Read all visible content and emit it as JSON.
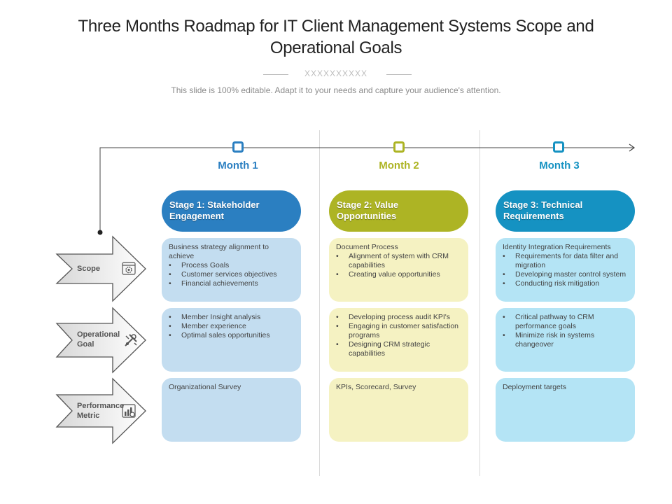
{
  "header": {
    "title": "Three Months Roadmap for IT Client Management Systems Scope and Operational Goals",
    "divider_text": "XXXXXXXXXX",
    "subtitle": "This slide is 100% editable. Adapt it to your needs and capture your audience's attention."
  },
  "colors": {
    "month1": "#2b7fc1",
    "month2": "#adb424",
    "month3": "#1592c2",
    "cell1": "#c3ddf0",
    "cell2": "#f5f2c2",
    "cell3": "#b4e4f5"
  },
  "months": [
    {
      "label": "Month 1",
      "stage": "Stage 1: Stakeholder Engagement"
    },
    {
      "label": "Month 2",
      "stage": "Stage 2: Value Opportunities"
    },
    {
      "label": "Month 3",
      "stage": "Stage 3: Technical Requirements"
    }
  ],
  "rows": [
    {
      "label": "Scope",
      "icon": "gear-window-icon"
    },
    {
      "label": "Operational Goal",
      "icon": "tools-icon"
    },
    {
      "label": "Performance Metric",
      "icon": "chart-icon"
    }
  ],
  "cells": {
    "scope": [
      {
        "heading": "Business strategy alignment to achieve",
        "bullets": [
          "Process Goals",
          "Customer services objectives",
          "Financial achievements"
        ]
      },
      {
        "heading": "Document Process",
        "bullets": [
          "Alignment of system with CRM capabilities",
          "Creating value opportunities"
        ]
      },
      {
        "heading": "Identity Integration Requirements",
        "bullets": [
          "Requirements for data filter and migration",
          "Developing master control system",
          "Conducting risk mitigation"
        ]
      }
    ],
    "goal": [
      {
        "bullets": [
          "Member Insight analysis",
          "Member experience",
          "Optimal sales opportunities"
        ]
      },
      {
        "bullets": [
          "Developing process audit KPI's",
          "Engaging in customer satisfaction programs",
          "Designing CRM strategic capabilities"
        ]
      },
      {
        "bullets": [
          "Critical pathway to CRM performance goals",
          "Minimize risk in systems changeover"
        ]
      }
    ],
    "metric": [
      {
        "text": "Organizational Survey"
      },
      {
        "text": "KPIs, Scorecard, Survey"
      },
      {
        "text": "Deployment targets"
      }
    ]
  }
}
